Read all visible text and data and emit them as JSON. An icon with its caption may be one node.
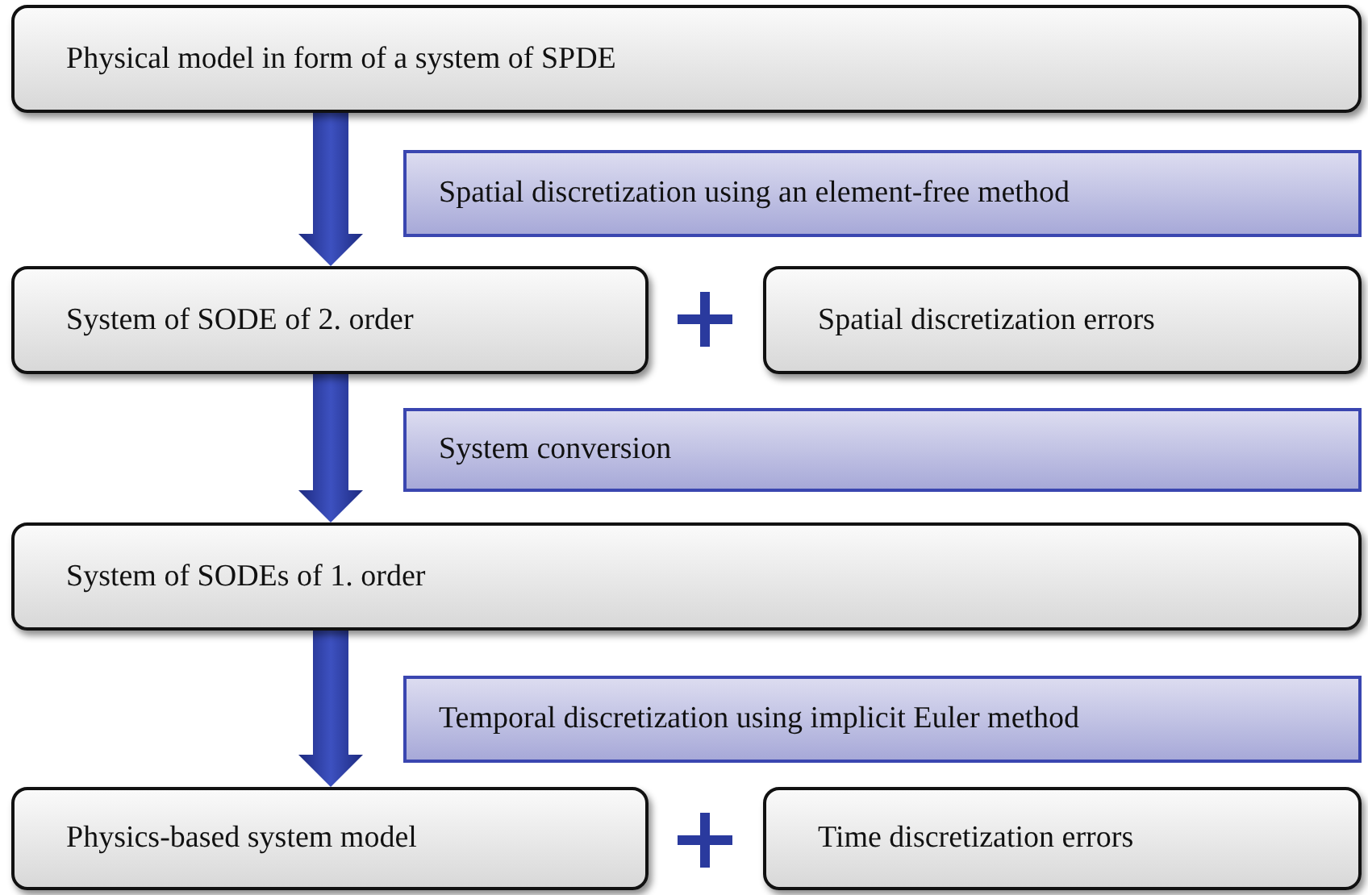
{
  "diagram": {
    "nodes": [
      {
        "text": [
          "Physical model in form of a system of SPDE"
        ]
      },
      {
        "text": [
          "Spatial discretization using an element-free method"
        ]
      },
      {
        "text": [
          "System of SODE of 2. order"
        ]
      },
      {
        "text": [
          "Spatial discretization errors"
        ]
      },
      {
        "text": [
          "System conversion"
        ]
      },
      {
        "text": [
          "System of SODEs of 1. order"
        ]
      },
      {
        "text": [
          "Temporal discretization using implicit Euler method"
        ]
      },
      {
        "text": [
          "Physics-based system model"
        ]
      },
      {
        "text": [
          "Time discretization errors"
        ]
      }
    ],
    "edges": [
      {
        "from": 0,
        "to": 2,
        "arrow": "to",
        "style": "thick"
      },
      {
        "from": 2,
        "to": 5,
        "arrow": "to",
        "style": "thick"
      },
      {
        "from": 5,
        "to": 7,
        "arrow": "to",
        "style": "thick"
      }
    ]
  }
}
